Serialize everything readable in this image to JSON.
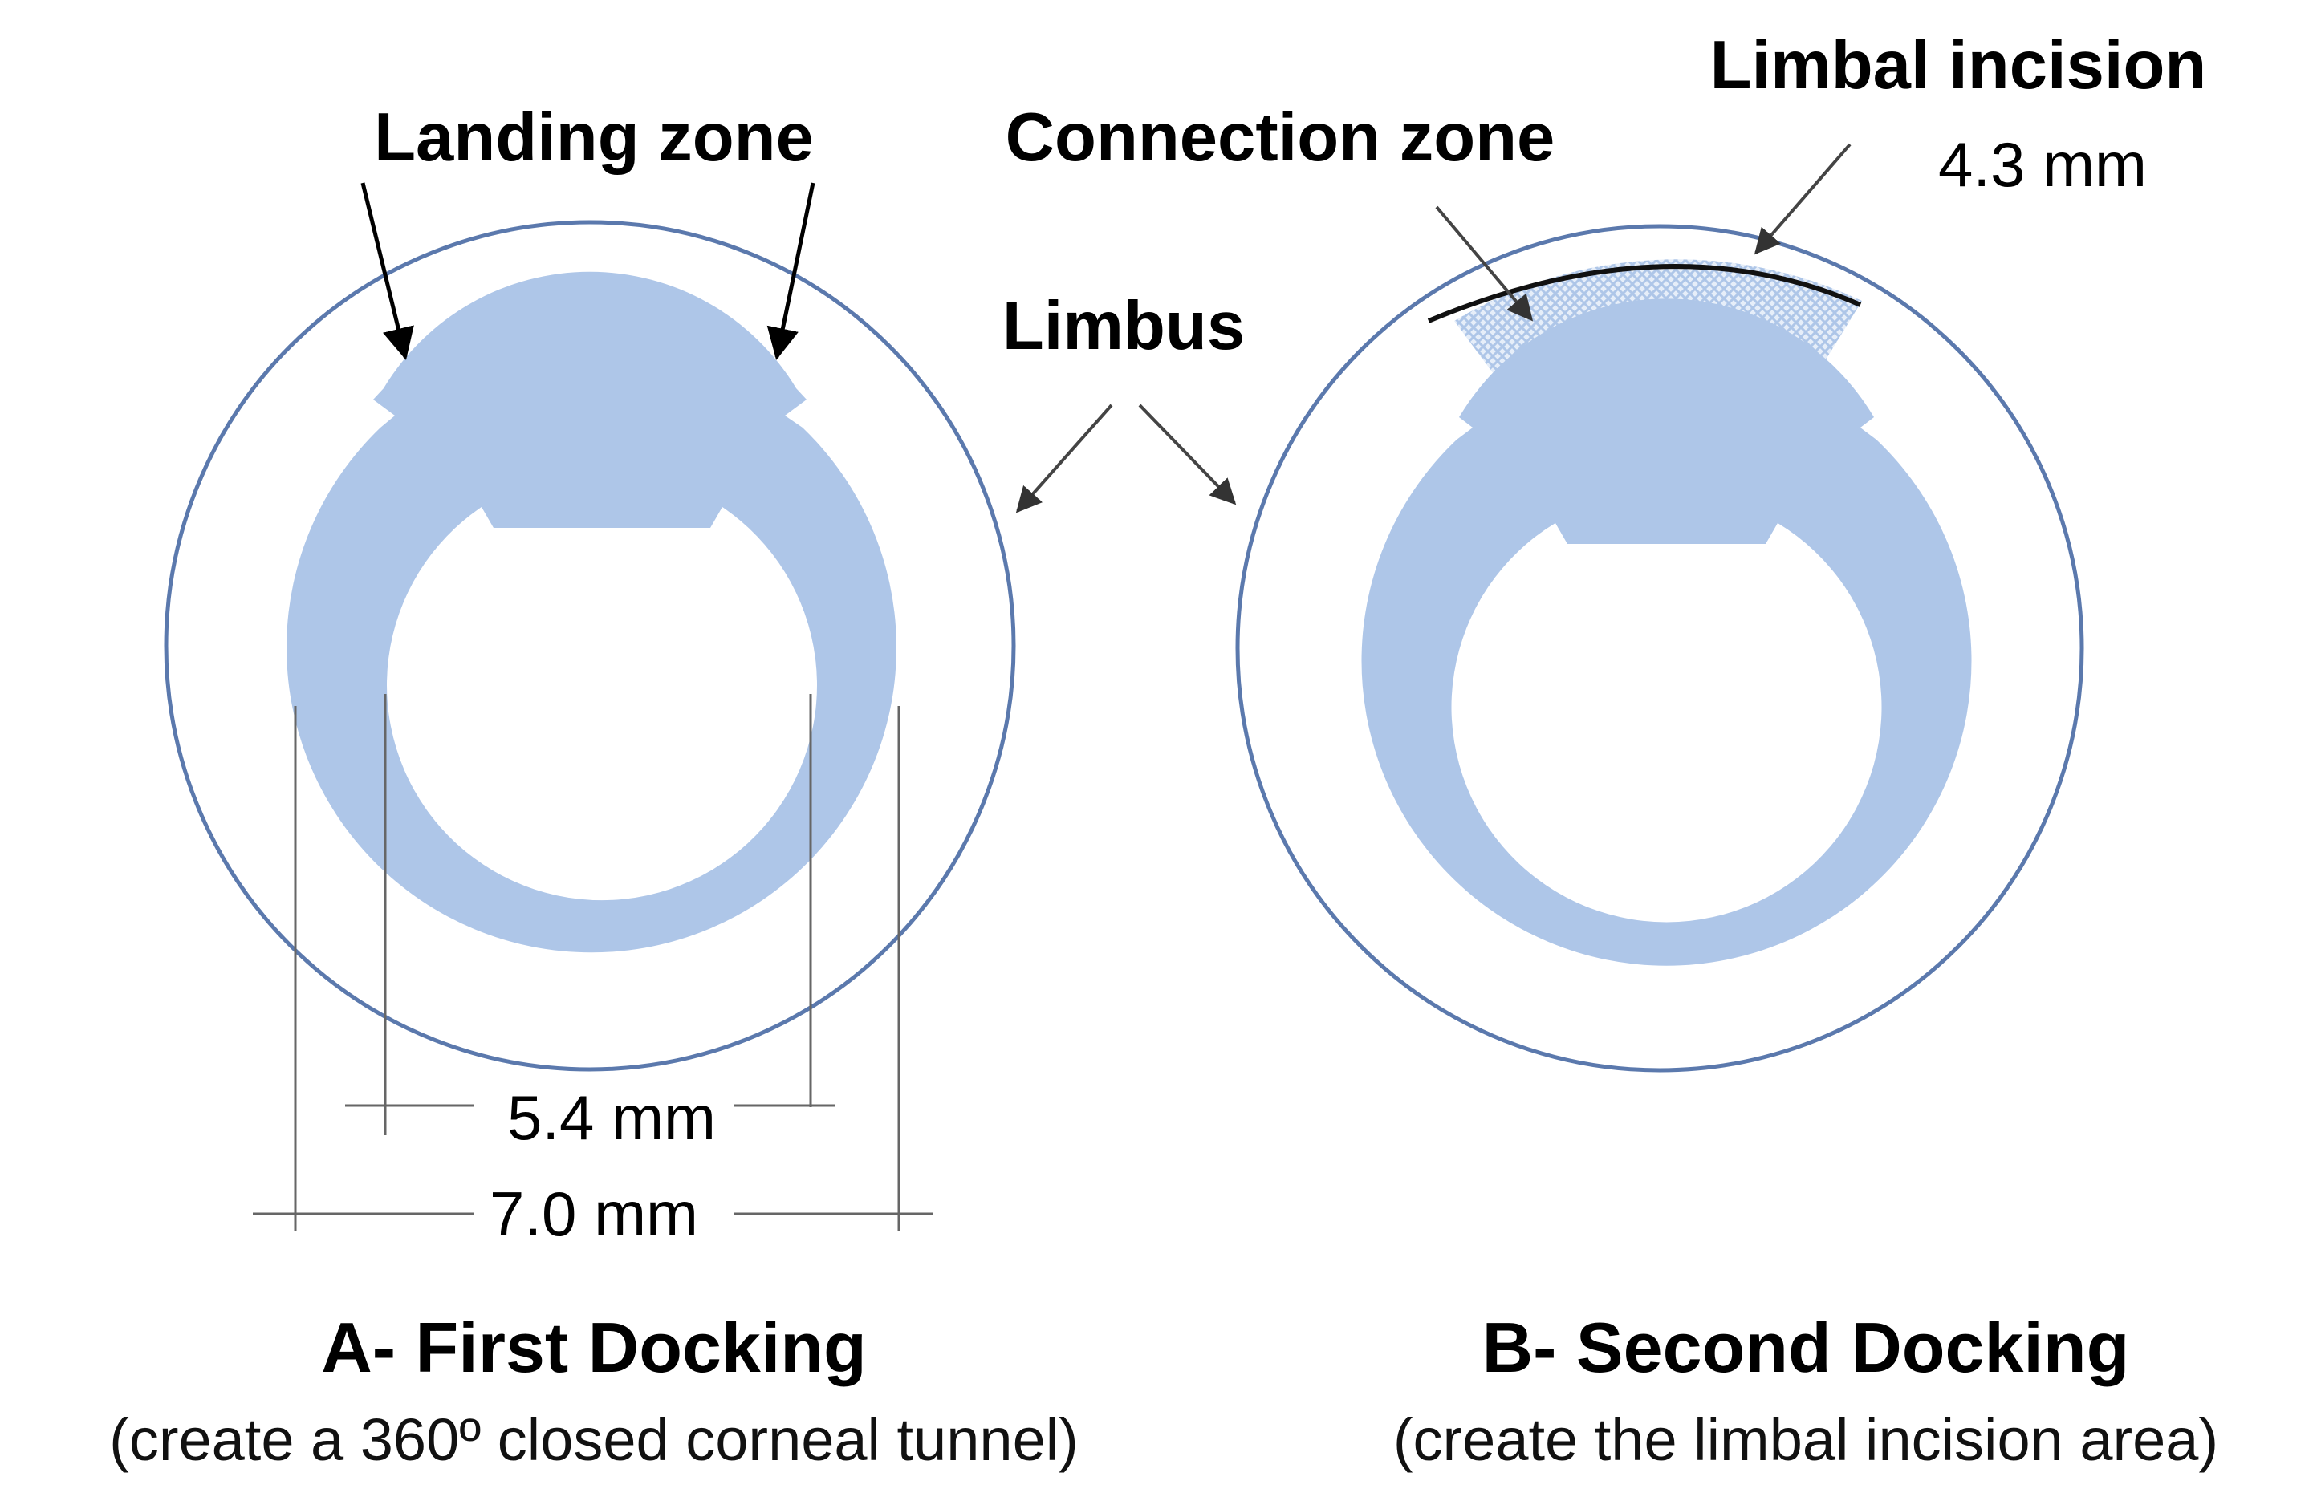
{
  "labels": {
    "landing_zone": "Landing zone",
    "connection_zone": "Connection zone",
    "limbal_incision": "Limbal incision",
    "limbal_incision_size": "4.3 mm",
    "limbus": "Limbus"
  },
  "dimensions": {
    "inner": "5.4 mm",
    "outer": "7.0 mm"
  },
  "panels": [
    {
      "title": "A- First Docking",
      "subtitle": "(create a 360º closed corneal tunnel)"
    },
    {
      "title": "B- Second Docking",
      "subtitle": "(create the limbal incision area)"
    }
  ],
  "colors": {
    "ring_fill": "#aec6e8",
    "limbus_stroke": "#5b79ad",
    "incision_stroke": "#111111",
    "leader_stroke": "#555555",
    "dimension_stroke": "#666666"
  }
}
